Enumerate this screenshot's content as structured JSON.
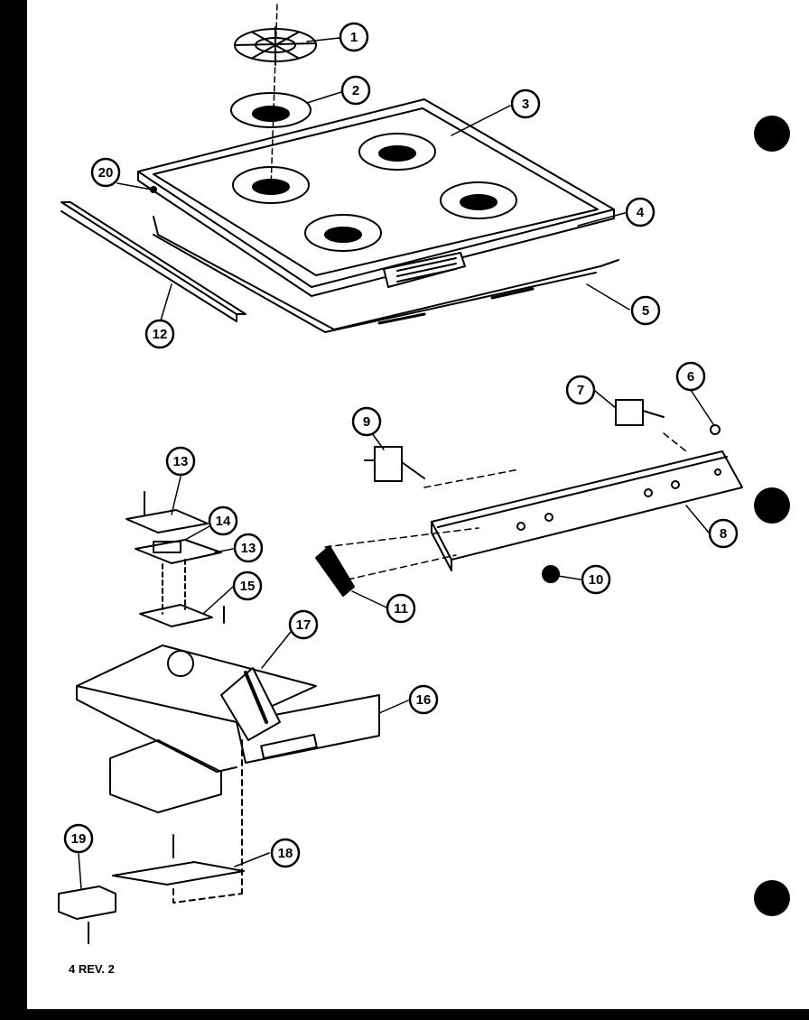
{
  "diagram": {
    "callouts": [
      {
        "label": "1"
      },
      {
        "label": "2"
      },
      {
        "label": "3"
      },
      {
        "label": "4"
      },
      {
        "label": "5"
      },
      {
        "label": "6"
      },
      {
        "label": "7"
      },
      {
        "label": "8"
      },
      {
        "label": "9"
      },
      {
        "label": "10"
      },
      {
        "label": "11"
      },
      {
        "label": "12"
      },
      {
        "label": "13"
      },
      {
        "label": "13"
      },
      {
        "label": "14"
      },
      {
        "label": "15"
      },
      {
        "label": "16"
      },
      {
        "label": "17"
      },
      {
        "label": "18"
      },
      {
        "label": "19"
      },
      {
        "label": "20"
      }
    ],
    "footer": "4 REV. 2",
    "colors": {
      "paper": "#ffffff",
      "ink": "#000000",
      "border": "#000000"
    }
  }
}
